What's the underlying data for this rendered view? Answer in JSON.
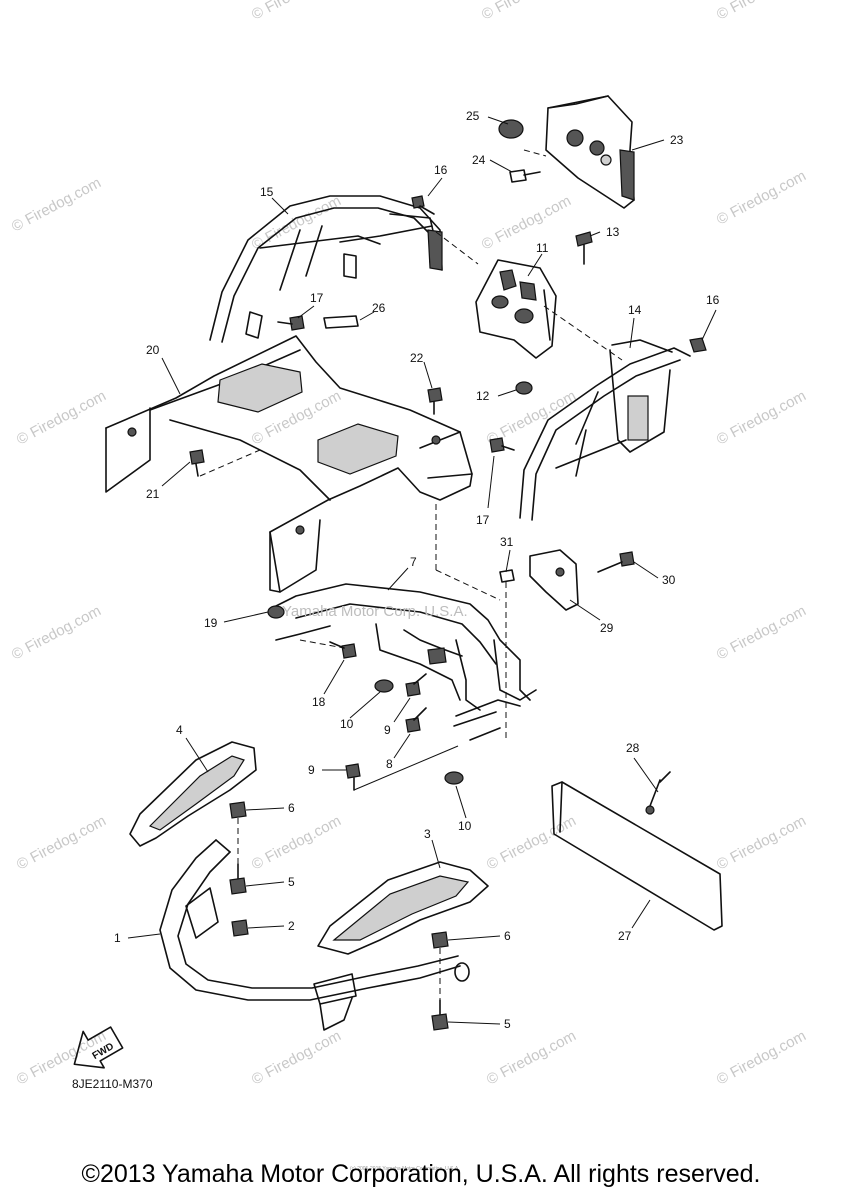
{
  "watermark": "© Firedog.com",
  "overlay_text": "Yamaha Motor Corp. U.S.A.",
  "fine_print": "(c) 2005-2015 Yamaha Motor Corporation, U.S.A.",
  "diagram_code": "8JE2110-M370",
  "fwd_label": "FWD",
  "copyright": "©2013 Yamaha Motor Corporation, U.S.A. All rights reserved.",
  "callouts": {
    "p1": "1",
    "p2": "2",
    "p3": "3",
    "p4": "4",
    "p5a": "5",
    "p5b": "5",
    "p6a": "6",
    "p6b": "6",
    "p7": "7",
    "p8": "8",
    "p9a": "9",
    "p9b": "9",
    "p10a": "10",
    "p10b": "10",
    "p11": "11",
    "p12": "12",
    "p13": "13",
    "p14": "14",
    "p15": "15",
    "p16a": "16",
    "p16b": "16",
    "p17a": "17",
    "p17b": "17",
    "p18": "18",
    "p19": "19",
    "p20": "20",
    "p21": "21",
    "p22": "22",
    "p23": "23",
    "p24": "24",
    "p25": "25",
    "p26": "26",
    "p27": "27",
    "p28": "28",
    "p29": "29",
    "p30": "30",
    "p31": "31"
  }
}
